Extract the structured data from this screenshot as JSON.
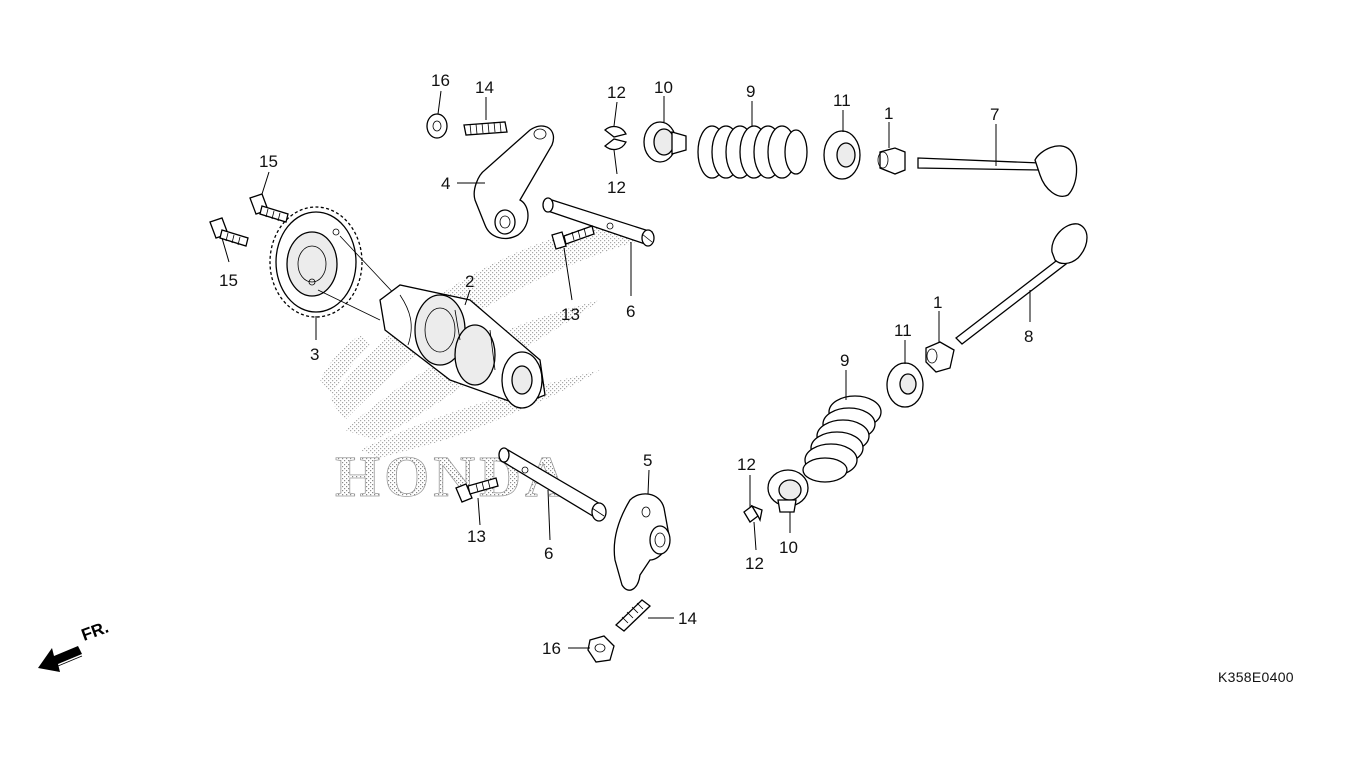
{
  "diagram": {
    "reference_code": "K358E0400",
    "front_marker": "FR.",
    "watermark": "HONDA",
    "callouts": {
      "n16a": "16",
      "n14a": "14",
      "n4": "4",
      "n15a": "15",
      "n15b": "15",
      "n3": "3",
      "n2": "2",
      "n12a": "12",
      "n12b": "12",
      "n10a": "10",
      "n9a": "9",
      "n11a": "11",
      "n1a": "1",
      "n7": "7",
      "n6a": "6",
      "n13a": "13",
      "n8": "8",
      "n1b": "1",
      "n11b": "11",
      "n9b": "9",
      "n5": "5",
      "n12c": "12",
      "n12d": "12",
      "n10b": "10",
      "n13b": "13",
      "n6b": "6",
      "n14b": "14",
      "n16b": "16"
    }
  }
}
